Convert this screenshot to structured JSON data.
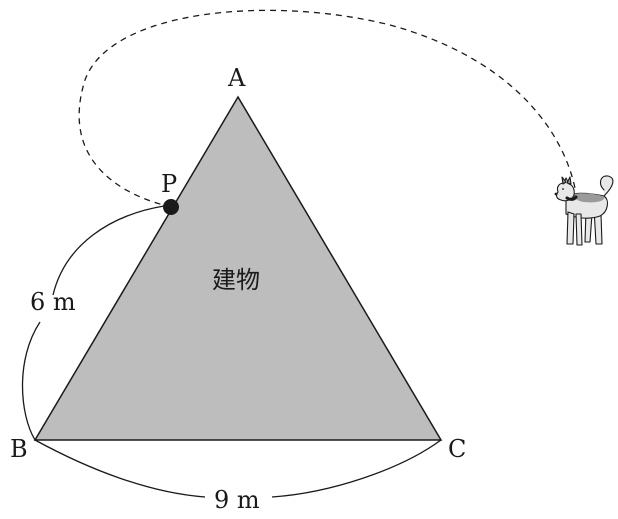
{
  "diagram": {
    "vertex_labels": {
      "a": "A",
      "b": "B",
      "c": "C",
      "p": "P"
    },
    "building_label": "建物",
    "length_bp": "6 m",
    "length_bc": "9 m",
    "colors": {
      "building_fill": "#bdbdbd",
      "stroke": "#1a1a1a",
      "leash": "#1a1a1a",
      "point": "#1a1a1a",
      "dog_body": "#e8e8e8",
      "dog_shade": "#9a9a9a"
    }
  }
}
